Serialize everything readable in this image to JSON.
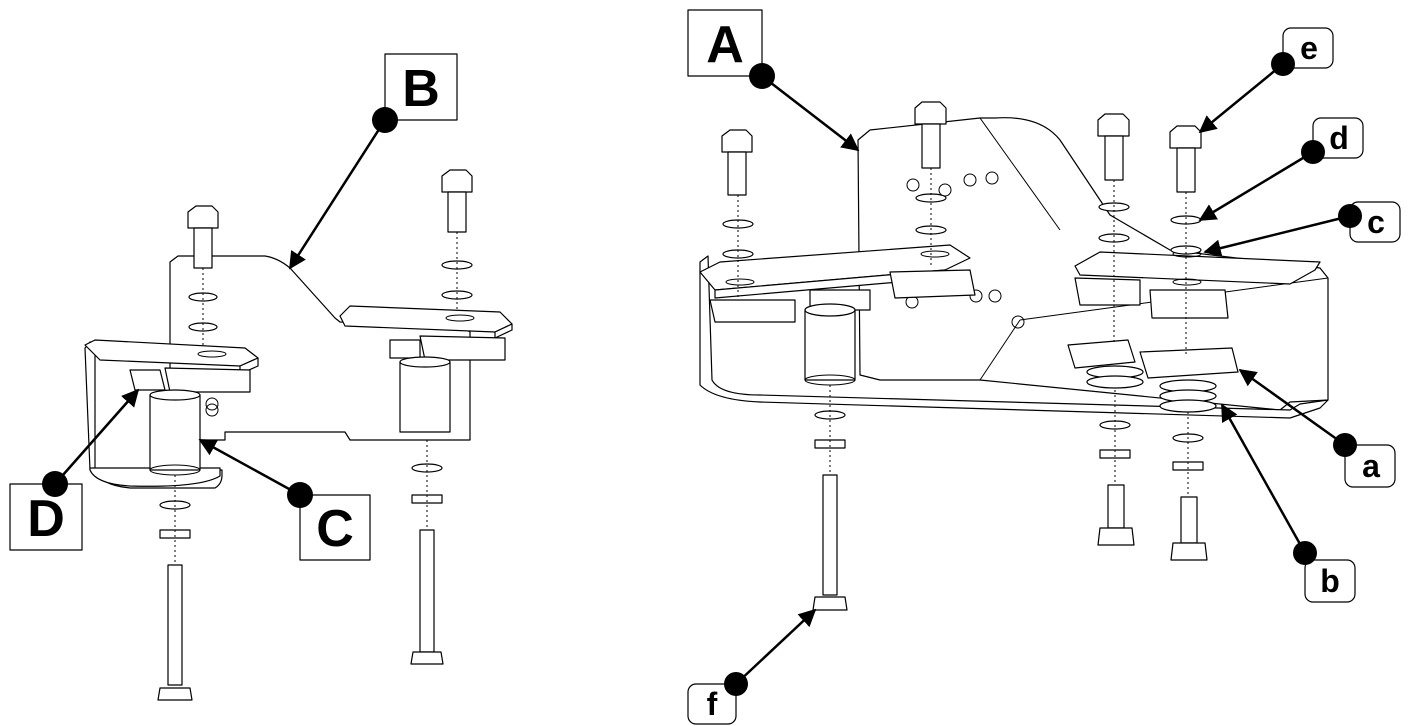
{
  "callouts": {
    "A": "A",
    "B": "B",
    "C": "C",
    "D": "D",
    "a": "a",
    "b": "b",
    "c": "c",
    "d": "d",
    "e": "e",
    "f": "f"
  }
}
